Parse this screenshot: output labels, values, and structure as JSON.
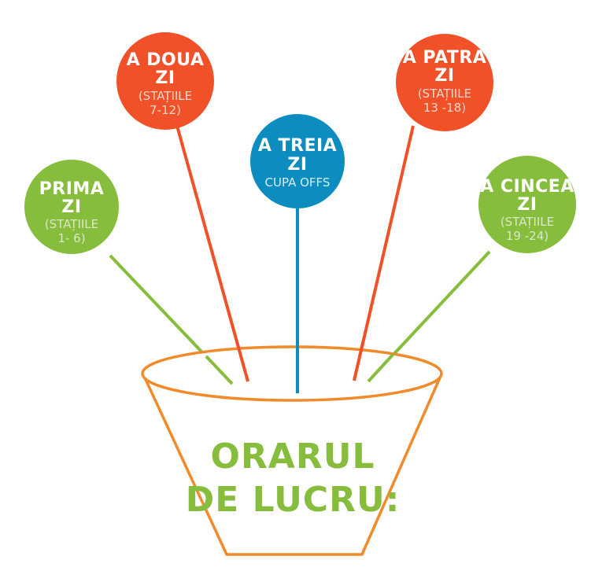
{
  "pot": {
    "line1": "ORARUL",
    "line2": "DE LUCRU:"
  },
  "colors": {
    "green": "#86bd3c",
    "red": "#f05128",
    "blue": "#0d8dbf",
    "orange": "#f08a2b"
  },
  "balloons": [
    {
      "title": "PRIMA",
      "day": "ZI",
      "detail1": "(STAȚIILE",
      "detail2": "1- 6)"
    },
    {
      "title": "A DOUA",
      "day": "ZI",
      "detail1": "(STAȚIILE",
      "detail2": "7-12)"
    },
    {
      "title": "A TREIA",
      "day": "ZI",
      "detail1": "CUPA OFFS",
      "detail2": ""
    },
    {
      "title": "A PATRA",
      "day": "ZI",
      "detail1": "(STAȚIILE",
      "detail2": "13 -18)"
    },
    {
      "title": "A CINCEA",
      "day": "ZI",
      "detail1": "(STAȚIILE",
      "detail2": "19 -24)"
    }
  ]
}
